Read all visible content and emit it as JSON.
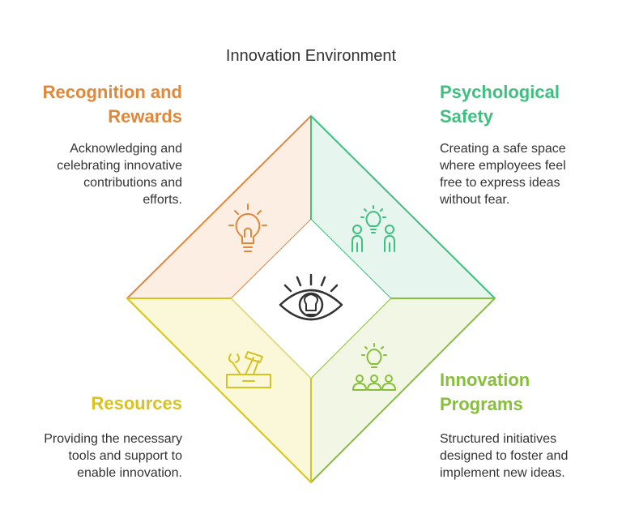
{
  "title": "Innovation Environment",
  "colors": {
    "recognition": "#e0873a",
    "safety": "#3fbf7f",
    "resources": "#d6c321",
    "programs": "#87bf3a"
  },
  "sections": {
    "recognition": {
      "heading": [
        "Recognition and",
        "Rewards"
      ],
      "description": [
        "Acknowledging and",
        "celebrating innovative",
        "contributions and",
        "efforts."
      ],
      "icon": "lightbulb-icon"
    },
    "safety": {
      "heading": [
        "Psychological",
        "Safety"
      ],
      "description": [
        "Creating a safe space",
        "where employees feel",
        "free to express ideas",
        "without fear."
      ],
      "icon": "people-idea-icon"
    },
    "resources": {
      "heading": [
        "Resources"
      ],
      "description": [
        "Providing the necessary",
        "tools and support to",
        "enable innovation."
      ],
      "icon": "toolbox-icon"
    },
    "programs": {
      "heading": [
        "Innovation",
        "Programs"
      ],
      "description": [
        "Structured initiatives",
        "designed to foster and",
        "implement new ideas."
      ],
      "icon": "group-idea-icon"
    }
  },
  "center_icon": "eye-lightbulb-icon"
}
